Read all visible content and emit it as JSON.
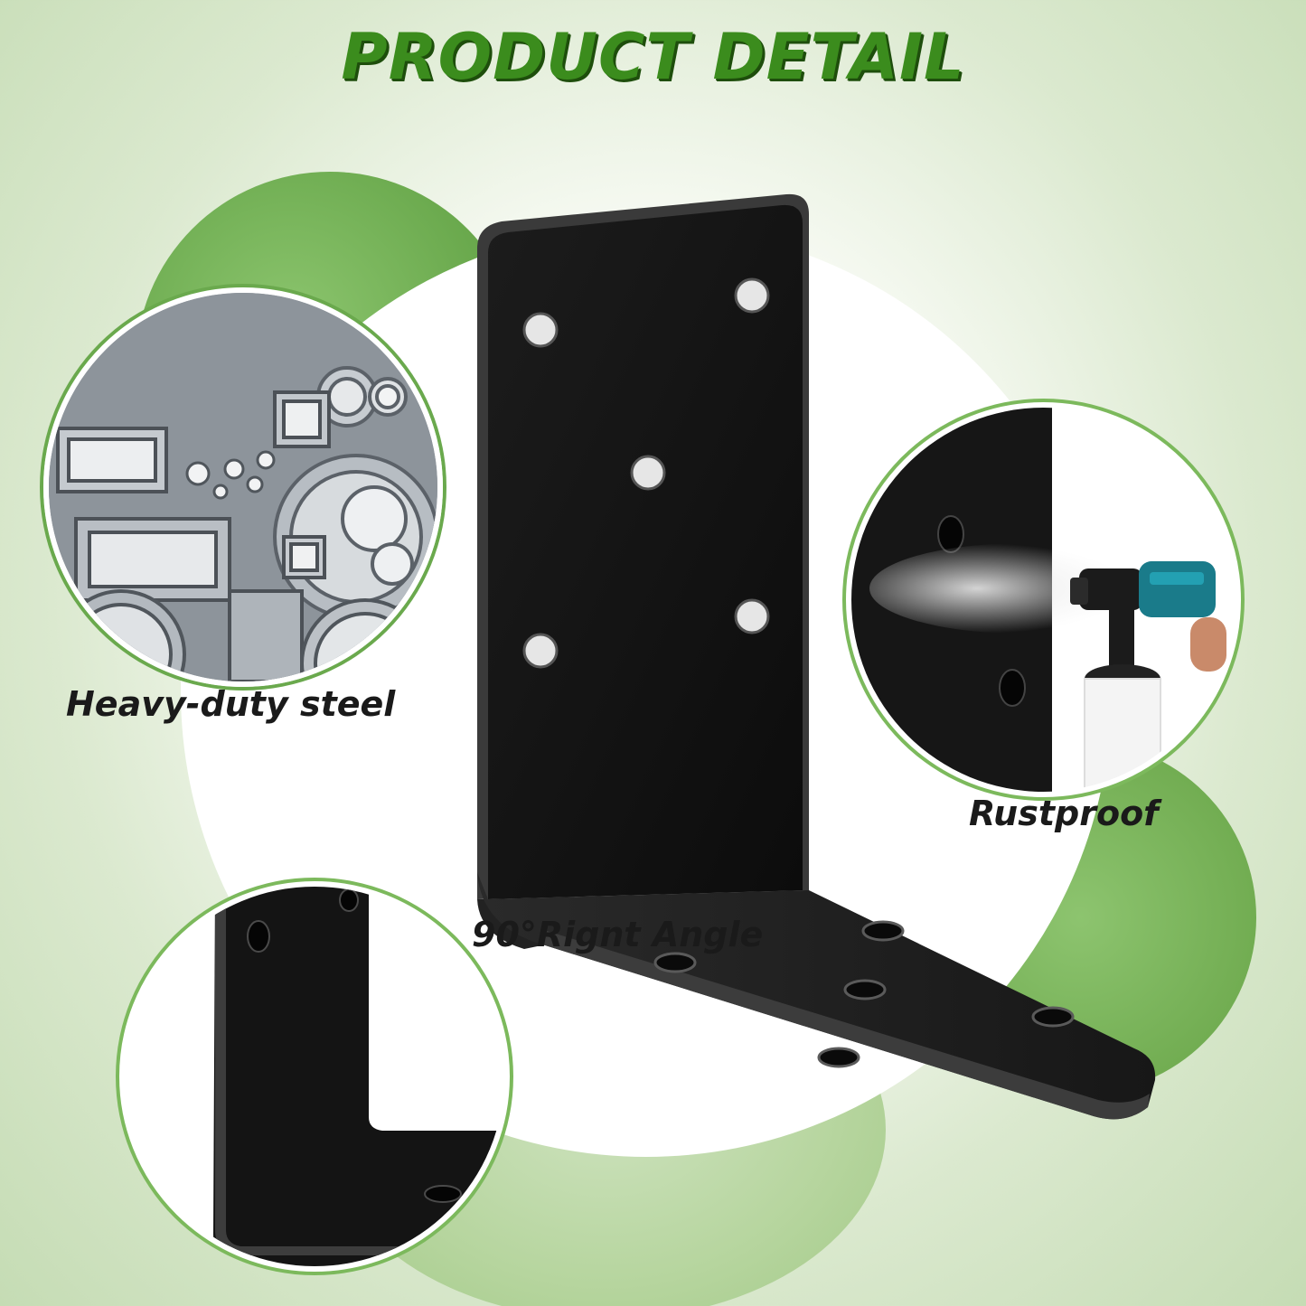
{
  "header": {
    "title": "PRODUCT DETAIL"
  },
  "features": [
    {
      "label": "Heavy-duty steel",
      "icon": "steel-tubes-icon"
    },
    {
      "label": "Rustproof",
      "icon": "spray-gun-icon"
    },
    {
      "label": "90°Rignt Angle",
      "icon": "right-angle-bracket-icon"
    }
  ],
  "colors": {
    "title_green": "#3b8c1d",
    "accent_green": "#6aa94d",
    "bracket_black": "#141414"
  }
}
